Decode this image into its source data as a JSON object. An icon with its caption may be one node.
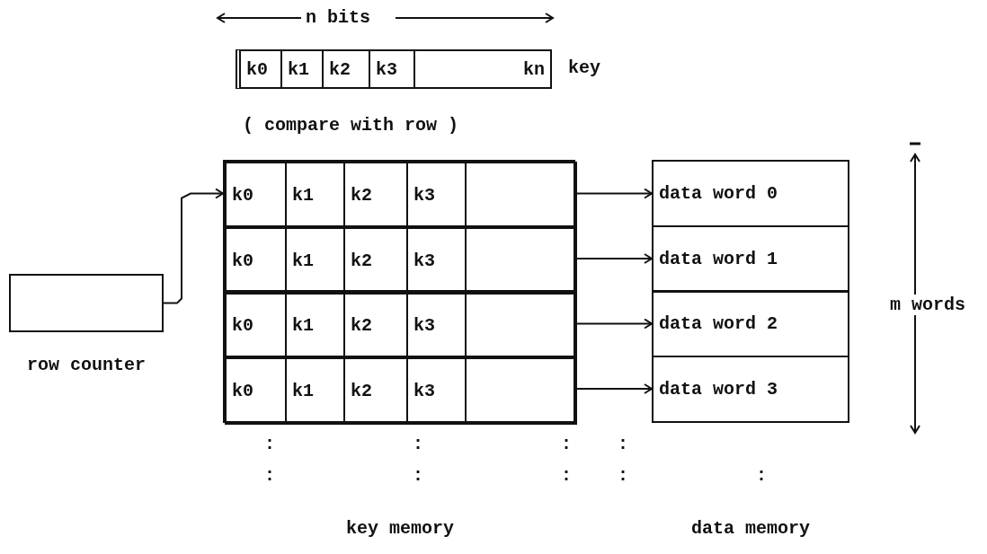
{
  "diagram": {
    "nodes": [
      {
        "text": [
          "key"
        ]
      },
      {
        "text": [
          "k0"
        ],
        "in": 0
      },
      {
        "text": [
          "k1"
        ],
        "in": 0
      },
      {
        "text": [
          "k2"
        ],
        "in": 0
      },
      {
        "text": [
          "k3"
        ],
        "in": 0
      },
      {
        "text": [
          "kn"
        ],
        "in": 0
      },
      {
        "text": [
          "key memory"
        ]
      },
      {
        "text": [],
        "shape": "box",
        "in": 6
      },
      {
        "text": [
          "k0"
        ],
        "in": 7
      },
      {
        "text": [
          "k1"
        ],
        "in": 7
      },
      {
        "text": [
          "k2"
        ],
        "in": 7
      },
      {
        "text": [
          "k3"
        ],
        "in": 7
      },
      {
        "text": [],
        "shape": "box",
        "in": 7
      },
      {
        "text": [],
        "shape": "box",
        "in": 6
      },
      {
        "text": [
          "k0"
        ],
        "in": 13
      },
      {
        "text": [
          "k1"
        ],
        "in": 13
      },
      {
        "text": [
          "k2"
        ],
        "in": 13
      },
      {
        "text": [
          "k3"
        ],
        "in": 13
      },
      {
        "text": [],
        "shape": "box",
        "in": 13
      },
      {
        "text": [],
        "shape": "box",
        "in": 6
      },
      {
        "text": [
          "k0"
        ],
        "in": 19
      },
      {
        "text": [
          "k1"
        ],
        "in": 19
      },
      {
        "text": [
          "k2"
        ],
        "in": 19
      },
      {
        "text": [
          "k3"
        ],
        "in": 19
      },
      {
        "text": [],
        "shape": "box",
        "in": 19
      },
      {
        "text": [],
        "shape": "box",
        "in": 6
      },
      {
        "text": [
          "k0"
        ],
        "in": 25
      },
      {
        "text": [
          "k1"
        ],
        "in": 25
      },
      {
        "text": [
          "k2"
        ],
        "in": 25
      },
      {
        "text": [
          "k3"
        ],
        "in": 25
      },
      {
        "text": [],
        "shape": "box",
        "in": 25
      },
      {
        "text": [
          "data memory"
        ]
      },
      {
        "text": [
          "data word 0"
        ],
        "in": 31
      },
      {
        "text": [
          "data word 1"
        ],
        "in": 31
      },
      {
        "text": [
          "data word 2"
        ],
        "in": 31
      },
      {
        "text": [
          "data word 3"
        ],
        "in": 31
      },
      {
        "text": [
          "row counter"
        ]
      }
    ],
    "edges": [
      {
        "from": 36,
        "to": 7,
        "arrow": "to"
      },
      {
        "from": 7,
        "to": 32,
        "arrow": "to"
      },
      {
        "from": 13,
        "to": 33,
        "arrow": "to"
      },
      {
        "from": 19,
        "to": 34,
        "arrow": "to"
      },
      {
        "from": 25,
        "to": 35,
        "arrow": "to"
      }
    ],
    "labels": [
      "n bits",
      "( compare with row )",
      "m words",
      ":",
      ":",
      ":",
      ":",
      ":",
      ":",
      ":",
      ":",
      ":"
    ]
  }
}
